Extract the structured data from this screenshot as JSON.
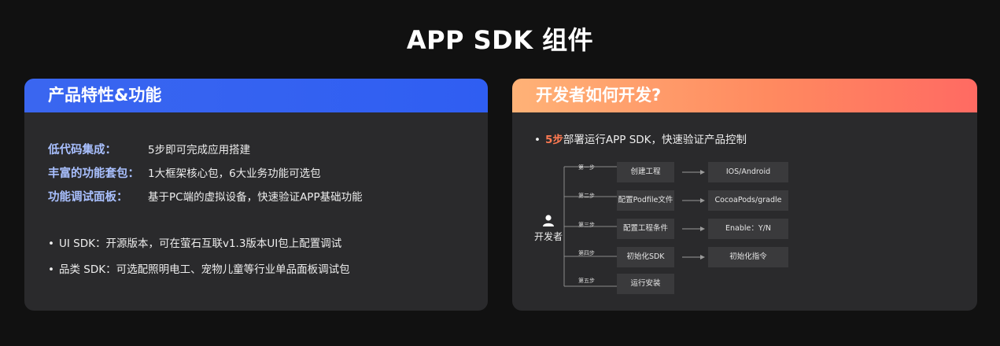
{
  "page": {
    "title": "APP SDK 组件"
  },
  "left_card": {
    "header": "产品特性&功能",
    "features": [
      {
        "label": "低代码集成：",
        "desc": "5步即可完成应用搭建"
      },
      {
        "label": "丰富的功能套包：",
        "desc": "1大框架核心包，6大业务功能可选包"
      },
      {
        "label": "功能调试面板：",
        "desc": "基于PC端的虚拟设备，快速验证APP基础功能"
      }
    ],
    "bullets": [
      "UI SDK：开源版本，可在萤石互联v1.3版本UI包上配置调试",
      "品类 SDK：可选配照明电工、宠物儿童等行业单品面板调试包"
    ],
    "bullet_symbol": "•"
  },
  "right_card": {
    "header": "开发者如何开发?",
    "intro_bullet": "•",
    "intro_highlight": "5步",
    "intro_rest": "部署运行APP SDK，快速验证产品控制",
    "developer_label": "开发者",
    "developer_icon": "user-icon",
    "steps": [
      {
        "label": "第一步",
        "action": "创建工程",
        "result": "IOS/Android"
      },
      {
        "label": "第二步",
        "action": "配置Podfile文件",
        "result": "CocoaPods/gradle"
      },
      {
        "label": "第三步",
        "action": "配置工程条件",
        "result": "Enable：Y/N"
      },
      {
        "label": "第四步",
        "action": "初始化SDK",
        "result": "初始化指令"
      },
      {
        "label": "第五步",
        "action": "运行安装",
        "result": ""
      }
    ]
  },
  "colors": {
    "background": "#111111",
    "card": "#2a2a2c",
    "left_header": "#2f5ef2",
    "right_header_start": "#ffb277",
    "right_header_end": "#ff6a62",
    "feature_label": "#a9c0ff",
    "highlight": "#ff7a52",
    "box": "#3a3a3c"
  }
}
